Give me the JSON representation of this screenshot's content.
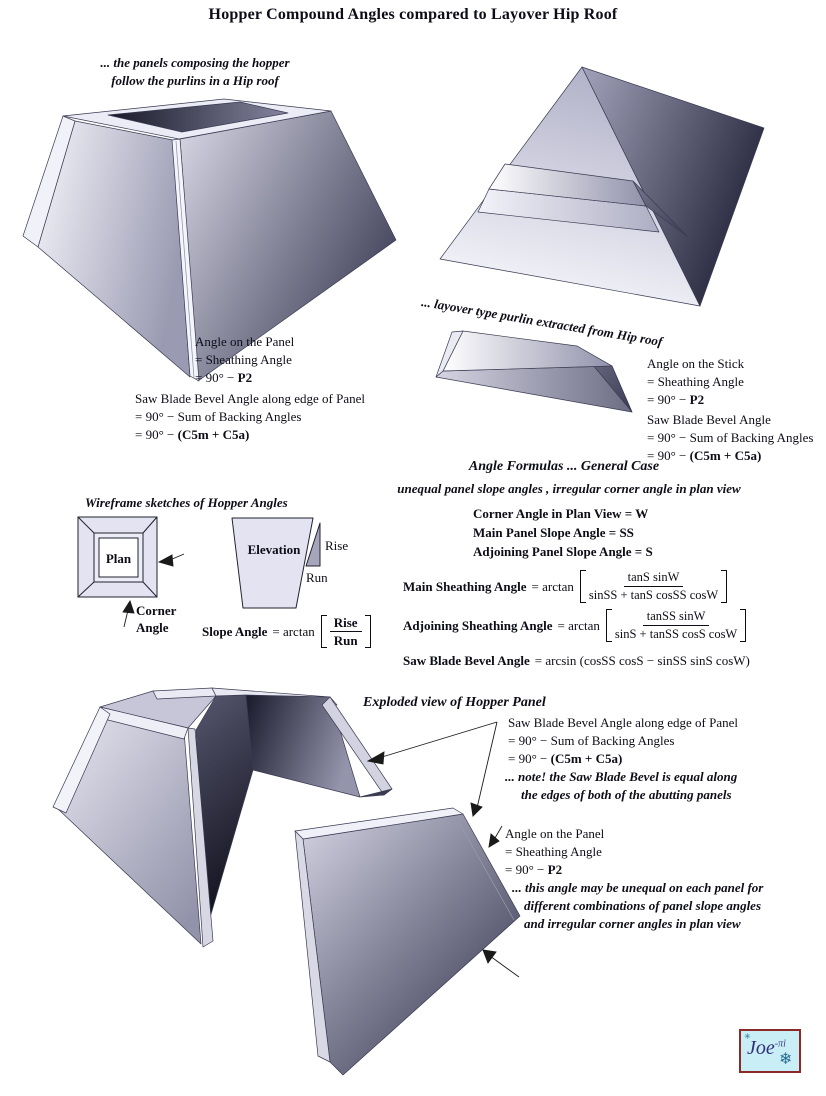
{
  "title": "Hopper Compound Angles compared to Layover Hip Roof",
  "colors": {
    "ink": "#0d0d18",
    "logo_bg": "#c9eef5",
    "logo_border": "#8b2828",
    "logo_text": "#32327a",
    "wireframe_fill": "#e3e3f1"
  },
  "hopper_caption": {
    "line1": "... the panels composing the hopper",
    "line2": "follow the purlins in a Hip roof"
  },
  "purlin_caption": "... layover type purlin extracted from Hip roof",
  "hopper_notes": {
    "angle": {
      "l1": "Angle on the Panel",
      "l2": "= Sheathing Angle",
      "l3_prefix": "= 90° − ",
      "l3_var": "P2"
    },
    "bevel": {
      "l1": "Saw Blade Bevel Angle along edge of Panel",
      "l2": "= 90° − Sum of Backing Angles",
      "l3_prefix": "= 90° − ",
      "l3_var": "(C5m + C5a)"
    }
  },
  "stick_notes": {
    "angle": {
      "l1": "Angle on the Stick",
      "l2": "= Sheathing Angle",
      "l3_prefix": "= 90° − ",
      "l3_var": "P2"
    },
    "bevel": {
      "l1": "Saw Blade Bevel Angle",
      "l2": "= 90° − Sum of Backing Angles",
      "l3_prefix": "= 90° − ",
      "l3_var": "(C5m + C5a)"
    }
  },
  "formulas": {
    "heading": "Angle Formulas ... General Case",
    "subheading": "unequal panel slope angles , irregular corner angle in plan view",
    "def1": "Corner Angle in Plan View = W",
    "def2": "Main Panel Slope Angle = SS",
    "def3": "Adjoining Panel Slope Angle = S",
    "main": {
      "label": "Main Sheathing Angle",
      "op": "= arctan",
      "num": "tanS sinW",
      "den": "sinSS + tanS cosSS cosW"
    },
    "adjoining": {
      "label": "Adjoining Sheathing Angle",
      "op": "= arctan",
      "num": "tanSS sinW",
      "den": "sinS + tanSS cosS cosW"
    },
    "saw": {
      "label": "Saw Blade Bevel Angle",
      "value": "= arcsin (cosSS cosS − sinSS sinS cosW)"
    }
  },
  "wireframe": {
    "heading": "Wireframe sketches of Hopper Angles",
    "plan": "Plan",
    "corner1": "Corner",
    "corner2": "Angle",
    "elevation": "Elevation",
    "rise": "Rise",
    "run": "Run",
    "slope_label": "Slope Angle",
    "slope_op": "= arctan",
    "slope_num": "Rise",
    "slope_den": "Run"
  },
  "exploded": {
    "heading": "Exploded view of Hopper Panel",
    "bevel_l1": "Saw Blade Bevel Angle along edge of Panel",
    "bevel_l2": "= 90° − Sum of Backing Angles",
    "bevel_l3_prefix": "= 90° − ",
    "bevel_l3_var": "(C5m + C5a)",
    "bevel_note1": "... note! the Saw Blade Bevel is equal along",
    "bevel_note2": "the edges of both of the abutting panels",
    "angle_l1": "Angle on the Panel",
    "angle_l2": "= Sheathing Angle",
    "angle_l3_prefix": "= 90° − ",
    "angle_l3_var": "P2",
    "angle_note1": "... this angle may be unequal on each panel for",
    "angle_note2": "different combinations of panel slope angles",
    "angle_note3": "and irregular corner angles in plan view"
  },
  "logo": {
    "name": "Joe",
    "sup": "-πi",
    "snowflake_small": "✳",
    "snowflake_large": "❄"
  }
}
